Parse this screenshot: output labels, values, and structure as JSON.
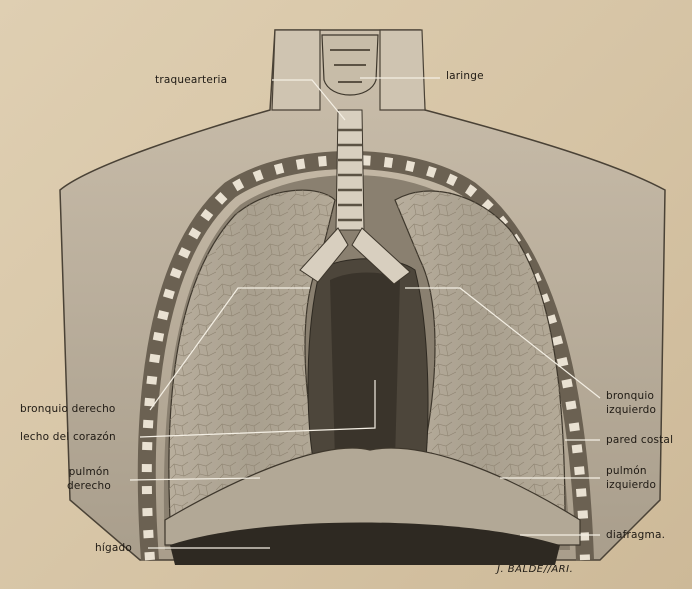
{
  "labels": {
    "traquearteria": "traquearteria",
    "laringe": "laringe",
    "bronquio_derecho": "bronquio derecho",
    "lecho_corazon": "lecho del corazón",
    "pulmon_derecho_1": "pulmón",
    "pulmon_derecho_2": "derecho",
    "higado": "hígado",
    "bronquio_izquierdo_1": "bronquio",
    "bronquio_izquierdo_2": "izquierdo",
    "pared_costal": "pared costal",
    "pulmon_izquierdo_1": "pulmón",
    "pulmon_izquierdo_2": "izquierdo",
    "diafragma": "diafragma."
  },
  "signature": "J. BALDE//ARI."
}
